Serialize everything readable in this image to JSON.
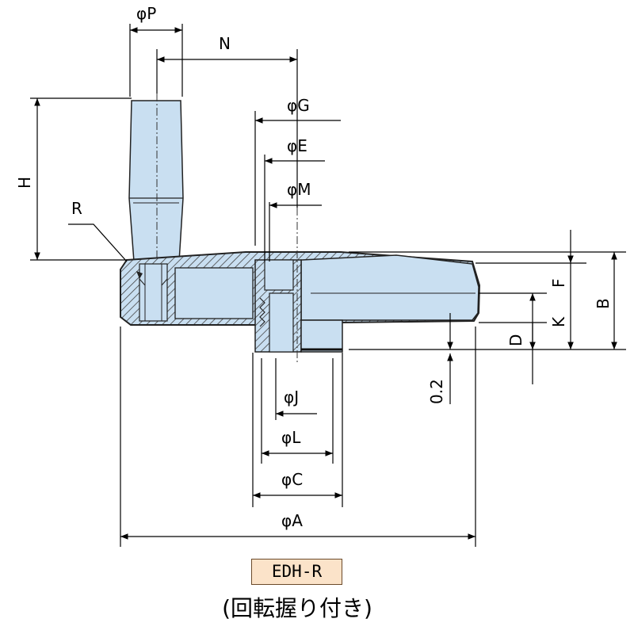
{
  "colors": {
    "part_fill": "#c9dff1",
    "outline": "#222222",
    "hatch": "#444444",
    "model_box_fill": "#fbe3c9"
  },
  "dimensions": {
    "P": "φP",
    "N": "N",
    "G": "φG",
    "E": "φE",
    "M": "φM",
    "H": "H",
    "R": "R",
    "F": "F",
    "B": "B",
    "K": "K",
    "D": "D",
    "clearance": "0.2",
    "J": "φJ",
    "L": "φL",
    "C": "φC",
    "A": "φA"
  },
  "model_label": "EDH-R",
  "caption": "(回転握り付き)"
}
